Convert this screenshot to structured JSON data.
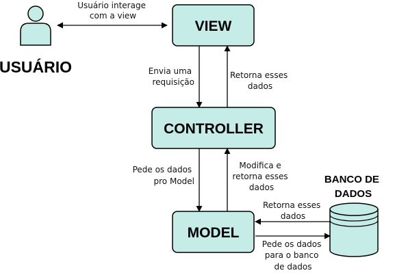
{
  "colors": {
    "box_fill": "#c6ece8",
    "stroke": "#000000",
    "user_fill": "#c6ece8"
  },
  "nodes": {
    "view": "VIEW",
    "controller": "CONTROLLER",
    "model": "MODEL",
    "user": "USUÁRIO",
    "database": [
      "BANCO DE",
      "DADOS"
    ]
  },
  "icons": {
    "user": "user-icon",
    "database": "database-cylinder-icon"
  },
  "edges": {
    "user_view": [
      "Usuário interage",
      "com a view"
    ],
    "view_to_controller": [
      "Envia uma",
      "requisição"
    ],
    "controller_to_view": [
      "Retorna esses",
      "dados"
    ],
    "controller_to_model": [
      "Pede os dados",
      "pro Model"
    ],
    "model_to_controller": [
      "Modifica e",
      "retorna esses",
      "dados"
    ],
    "db_to_model": [
      "Retorna esses",
      "dados"
    ],
    "model_to_db": [
      "Pede os dados",
      "para o banco",
      "de dados"
    ]
  }
}
